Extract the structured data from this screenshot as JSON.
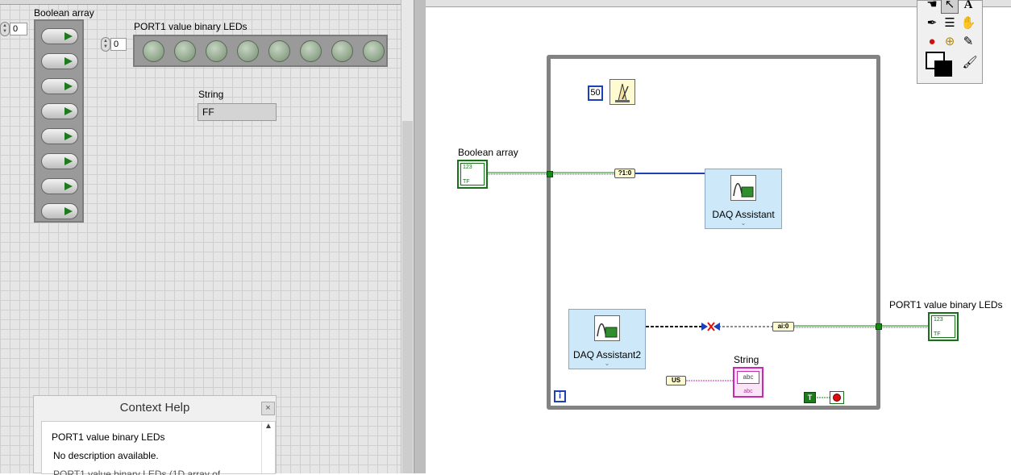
{
  "front_panel": {
    "boolean_array": {
      "label": "Boolean array",
      "index": "0",
      "element_count": 8
    },
    "led_array": {
      "label": "PORT1 value binary LEDs",
      "index": "0",
      "element_count": 8
    },
    "string_indicator": {
      "label": "String",
      "value": "FF"
    }
  },
  "context_help": {
    "title": "Context Help",
    "close": "×",
    "heading": "PORT1 value binary LEDs",
    "description": "No description available.",
    "detail": "PORT1 value binary LEDs (1D array of"
  },
  "block_diagram": {
    "boolean_array_terminal": {
      "label": "Boolean array",
      "type_top": "123",
      "type_bottom": "TF"
    },
    "led_array_terminal": {
      "label": "PORT1 value binary LEDs",
      "type_top": "123",
      "type_bottom": "TF"
    },
    "string_terminal": {
      "label": "String",
      "type": "abc",
      "sub": "abc"
    },
    "wait_constant": "50",
    "daq1": {
      "label": "DAQ Assistant"
    },
    "daq2": {
      "label": "DAQ Assistant2"
    },
    "bool_to_dyn_conv": "?1:0",
    "dyn_to_bool_conv": "ai:0",
    "string_constant": "US",
    "iteration_terminal": "i",
    "true_constant": "T"
  },
  "colors": {
    "boolean_wire": "#138b13",
    "numeric_wire": "#1f3fb5",
    "string_wire": "#c42bb0",
    "dynamic_wire": "#1a1a1a",
    "loop_border": "#828282",
    "daq_fill": "#cde9f9"
  }
}
